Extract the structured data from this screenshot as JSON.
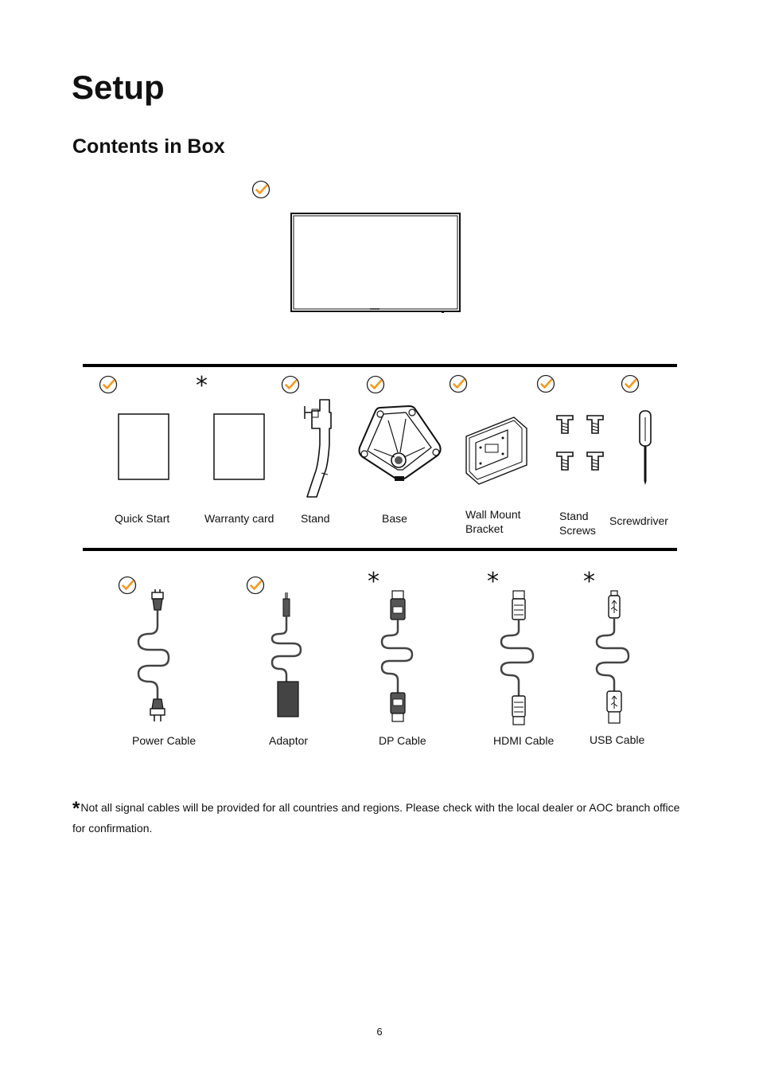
{
  "page": {
    "title": "Setup",
    "subtitle": "Contents in Box",
    "page_number": "6"
  },
  "accessories": [
    {
      "label": "Quick Start",
      "mark": "check"
    },
    {
      "label": "Warranty card",
      "mark": "asterisk"
    },
    {
      "label": "Stand",
      "mark": "check"
    },
    {
      "label": "Base",
      "mark": "check"
    },
    {
      "label": "Wall Mount",
      "label2": "Bracket",
      "mark": "check"
    },
    {
      "label": "Stand",
      "label2": "Screws",
      "mark": "check"
    },
    {
      "label": "Screwdriver",
      "mark": "check"
    }
  ],
  "cables": [
    {
      "label": "Power Cable",
      "mark": "check"
    },
    {
      "label": "Adaptor",
      "mark": "check"
    },
    {
      "label": "DP Cable",
      "mark": "asterisk"
    },
    {
      "label": "HDMI Cable",
      "mark": "asterisk"
    },
    {
      "label": "USB Cable",
      "mark": "asterisk"
    }
  ],
  "marks": {
    "asterisk": "*",
    "check_color": "#f39a1e"
  },
  "note": {
    "star": "*",
    "text": "Not all signal cables will be provided for all countries and regions. Please check with the local dealer or AOC branch office for confirmation."
  }
}
